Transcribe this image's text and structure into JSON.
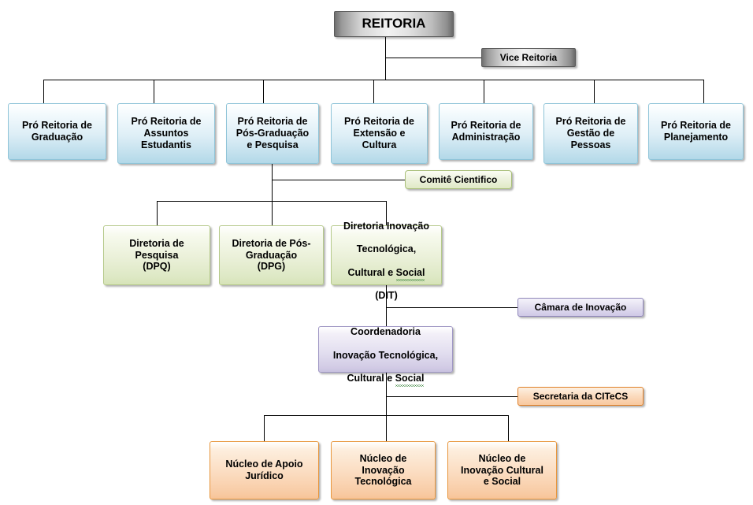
{
  "diagram": {
    "title": "Organograma REITORIA",
    "type": "org-chart",
    "colors": {
      "top_node": "#9a9a9a",
      "level2": "#ddeef6",
      "level2_border": "#8fc4d8",
      "level3": "#eaf0d8",
      "level3_border": "#b5c98a",
      "level4": "#e3dff0",
      "level4_border": "#9f97c4",
      "level5": "#fbdcc0",
      "level5_border": "#e8963c",
      "connector": "#000000"
    }
  },
  "root": {
    "label": "REITORIA"
  },
  "vice": {
    "label": "Vice Reitoria"
  },
  "pro_reitorias": [
    {
      "label": "Pró Reitoria de\nGraduação"
    },
    {
      "label": "Pró Reitoria de\nAssuntos\nEstudantis"
    },
    {
      "label": "Pró Reitoria de\nPós-Graduação\ne Pesquisa"
    },
    {
      "label": "Pró Reitoria de\nExtensão e\nCultura"
    },
    {
      "label": "Pró Reitoria de\nAdministração"
    },
    {
      "label": "Pró Reitoria de\nGestão de\nPessoas"
    },
    {
      "label": "Pró Reitoria de\nPlanejamento"
    }
  ],
  "comite": {
    "label": "Comitê Cientifico"
  },
  "diretorias": [
    {
      "label": "Diretoria de\nPesquisa\n(DPQ)"
    },
    {
      "label": "Diretoria de Pós-\nGraduação\n(DPG)"
    }
  ],
  "dit": {
    "line1": "Diretoria Inovação",
    "line2": "Tecnológica,",
    "line3_pre": "Cultural e ",
    "line3_flagged": "Social",
    "line4": "(DIT)"
  },
  "camara": {
    "label": "Câmara de Inovação"
  },
  "coordenadoria": {
    "line1": "Coordenadoria",
    "line2": "Inovação Tecnológica,",
    "line3_pre": "Cultural e ",
    "line3_flagged": "Social"
  },
  "secretaria": {
    "label": "Secretaria da CITeCS"
  },
  "nucleos": [
    {
      "label": "Núcleo de Apoio\nJurídico"
    },
    {
      "label": "Núcleo de\nInovação\nTecnológica"
    },
    {
      "label": "Núcleo de\nInovação Cultural\ne Social"
    }
  ]
}
